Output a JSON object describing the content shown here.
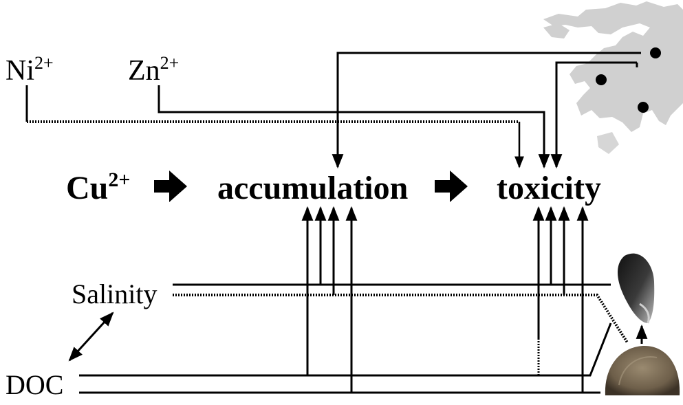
{
  "ions": {
    "ni": {
      "base": "Ni",
      "charge": "2+"
    },
    "zn": {
      "base": "Zn",
      "charge": "2+"
    },
    "cu": {
      "base": "Cu",
      "charge": "2+"
    }
  },
  "process": {
    "accumulation": "accumulation",
    "toxicity": "toxicity"
  },
  "factors": {
    "salinity": "Salinity",
    "doc": "DOC"
  },
  "colors": {
    "ink": "#000000",
    "map_land": "#cfcfcf",
    "mussel_dark": "#2a2a2a",
    "embryo": "#7a6a55"
  },
  "icons": {
    "map": "europe-map-icon",
    "mussel": "mussel-icon",
    "embryo": "larva-icon"
  }
}
